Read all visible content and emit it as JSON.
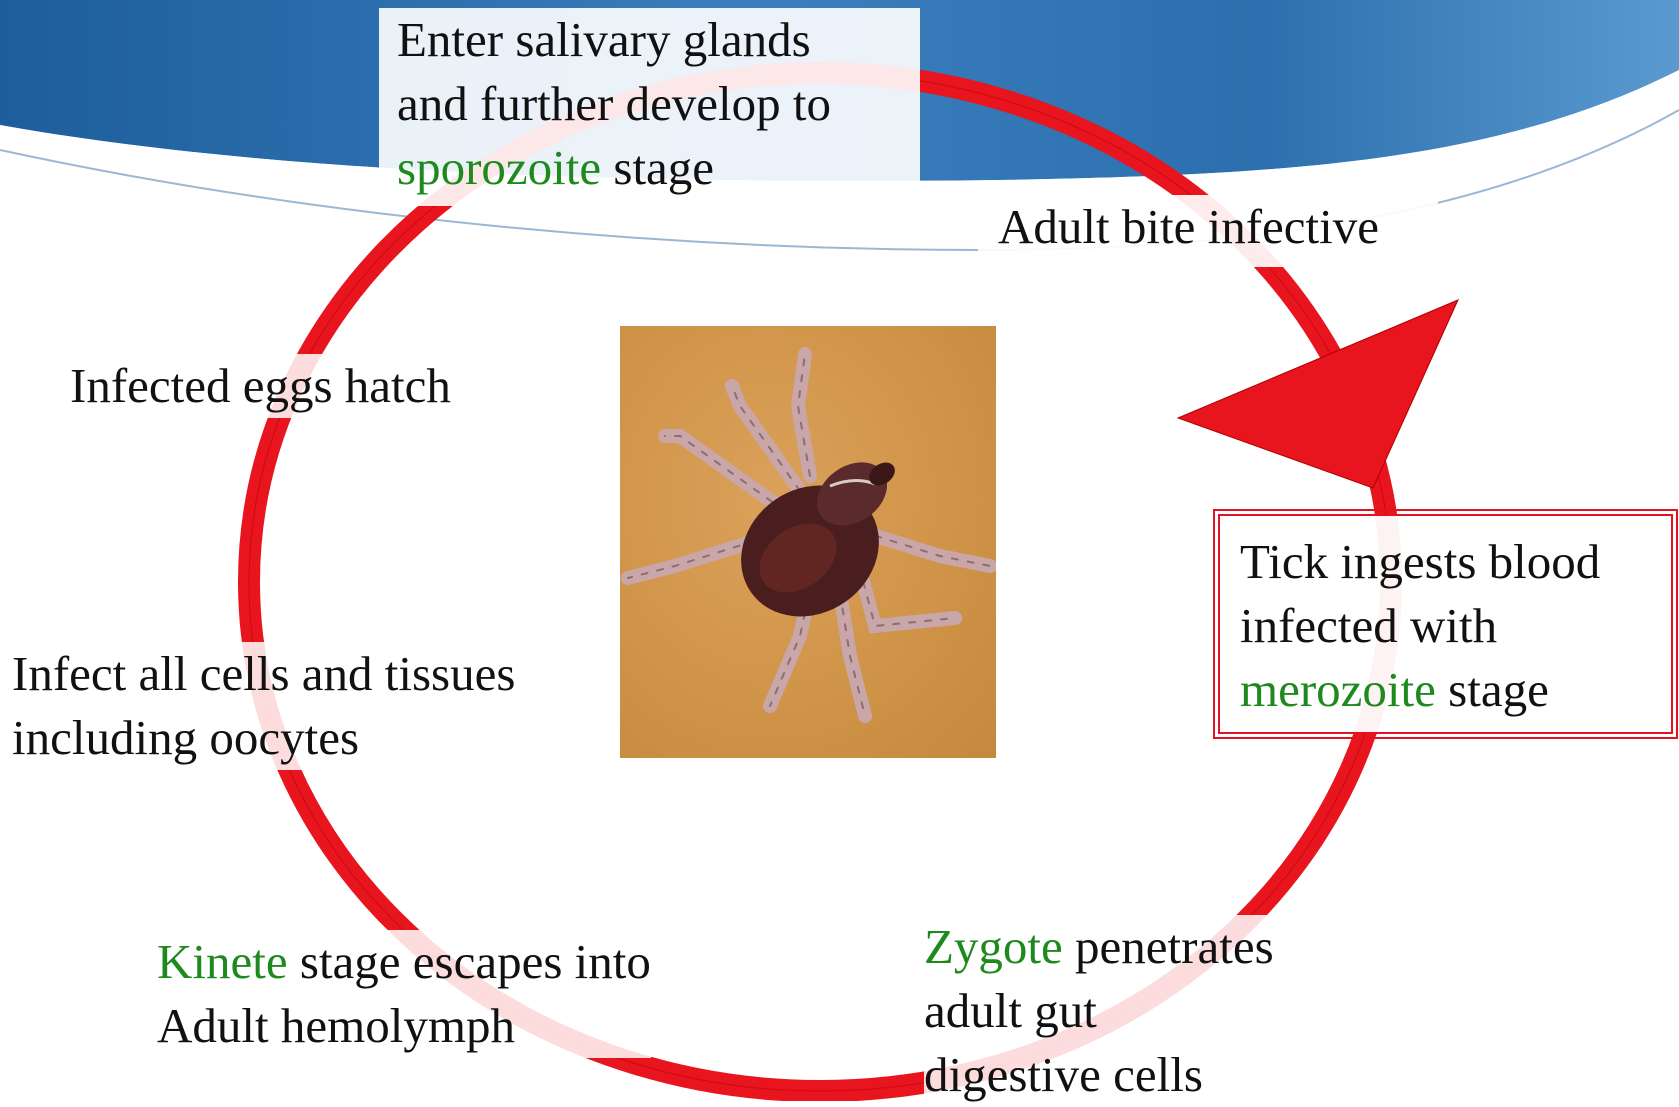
{
  "colors": {
    "cycle_red": "#e8141e",
    "accent_green": "#1e8a1e",
    "header_blue": "#2c6fae"
  },
  "labels": {
    "salivary": {
      "line1": "Enter salivary glands",
      "line2": "and further develop to",
      "line3_accent": "sporozoite",
      "line3_rest": " stage"
    },
    "adult_bite": "Adult bite infective",
    "tick_ingests": {
      "line1": "Tick ingests blood",
      "line2": "infected with",
      "line3_accent": "merozoite",
      "line3_rest": " stage"
    },
    "zygote": {
      "line1_accent": "Zygote",
      "line1_rest": " penetrates",
      "line2": "adult gut",
      "line3": "digestive cells"
    },
    "kinete": {
      "line1_accent": "Kinete",
      "line1_rest": " stage escapes into",
      "line2": "Adult hemolymph"
    },
    "infect_all": {
      "line1": "Infect all cells and tissues",
      "line2": "including oocytes"
    },
    "eggs": "Infected eggs hatch"
  },
  "icons": {
    "center_image": "tick-photo",
    "cycle_arrow": "arrowhead-icon"
  }
}
